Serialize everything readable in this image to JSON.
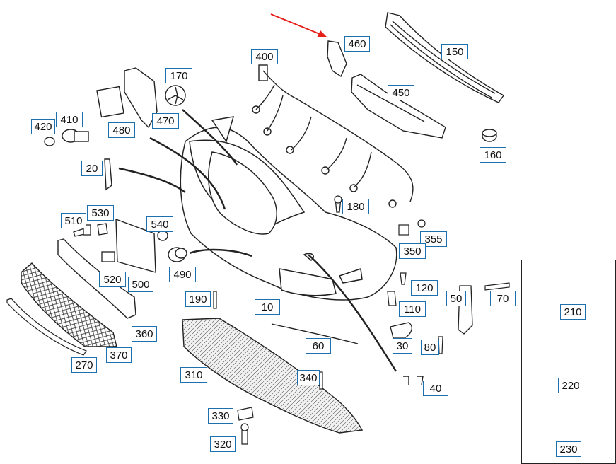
{
  "labels": [
    {
      "id": "460",
      "text": "460"
    },
    {
      "id": "150",
      "text": "150"
    },
    {
      "id": "400",
      "text": "400"
    },
    {
      "id": "170",
      "text": "170"
    },
    {
      "id": "450",
      "text": "450"
    },
    {
      "id": "410",
      "text": "410"
    },
    {
      "id": "420",
      "text": "420"
    },
    {
      "id": "480",
      "text": "480"
    },
    {
      "id": "470",
      "text": "470"
    },
    {
      "id": "160",
      "text": "160"
    },
    {
      "id": "20",
      "text": "20"
    },
    {
      "id": "180",
      "text": "180"
    },
    {
      "id": "530",
      "text": "530"
    },
    {
      "id": "510",
      "text": "510"
    },
    {
      "id": "540",
      "text": "540"
    },
    {
      "id": "355",
      "text": "355"
    },
    {
      "id": "350",
      "text": "350"
    },
    {
      "id": "490",
      "text": "490"
    },
    {
      "id": "520",
      "text": "520"
    },
    {
      "id": "500",
      "text": "500"
    },
    {
      "id": "120",
      "text": "120"
    },
    {
      "id": "50",
      "text": "50"
    },
    {
      "id": "70",
      "text": "70"
    },
    {
      "id": "190",
      "text": "190"
    },
    {
      "id": "10",
      "text": "10"
    },
    {
      "id": "110",
      "text": "110"
    },
    {
      "id": "360",
      "text": "360"
    },
    {
      "id": "370",
      "text": "370"
    },
    {
      "id": "60",
      "text": "60"
    },
    {
      "id": "30",
      "text": "30"
    },
    {
      "id": "80",
      "text": "80"
    },
    {
      "id": "270",
      "text": "270"
    },
    {
      "id": "310",
      "text": "310"
    },
    {
      "id": "340",
      "text": "340"
    },
    {
      "id": "40",
      "text": "40"
    },
    {
      "id": "330",
      "text": "330"
    },
    {
      "id": "320",
      "text": "320"
    },
    {
      "id": "210",
      "text": "210"
    },
    {
      "id": "220",
      "text": "220"
    },
    {
      "id": "230",
      "text": "230"
    }
  ],
  "colors": {
    "label_border": "#1e6fae",
    "arrow": "#e8201c",
    "line": "#222222"
  }
}
